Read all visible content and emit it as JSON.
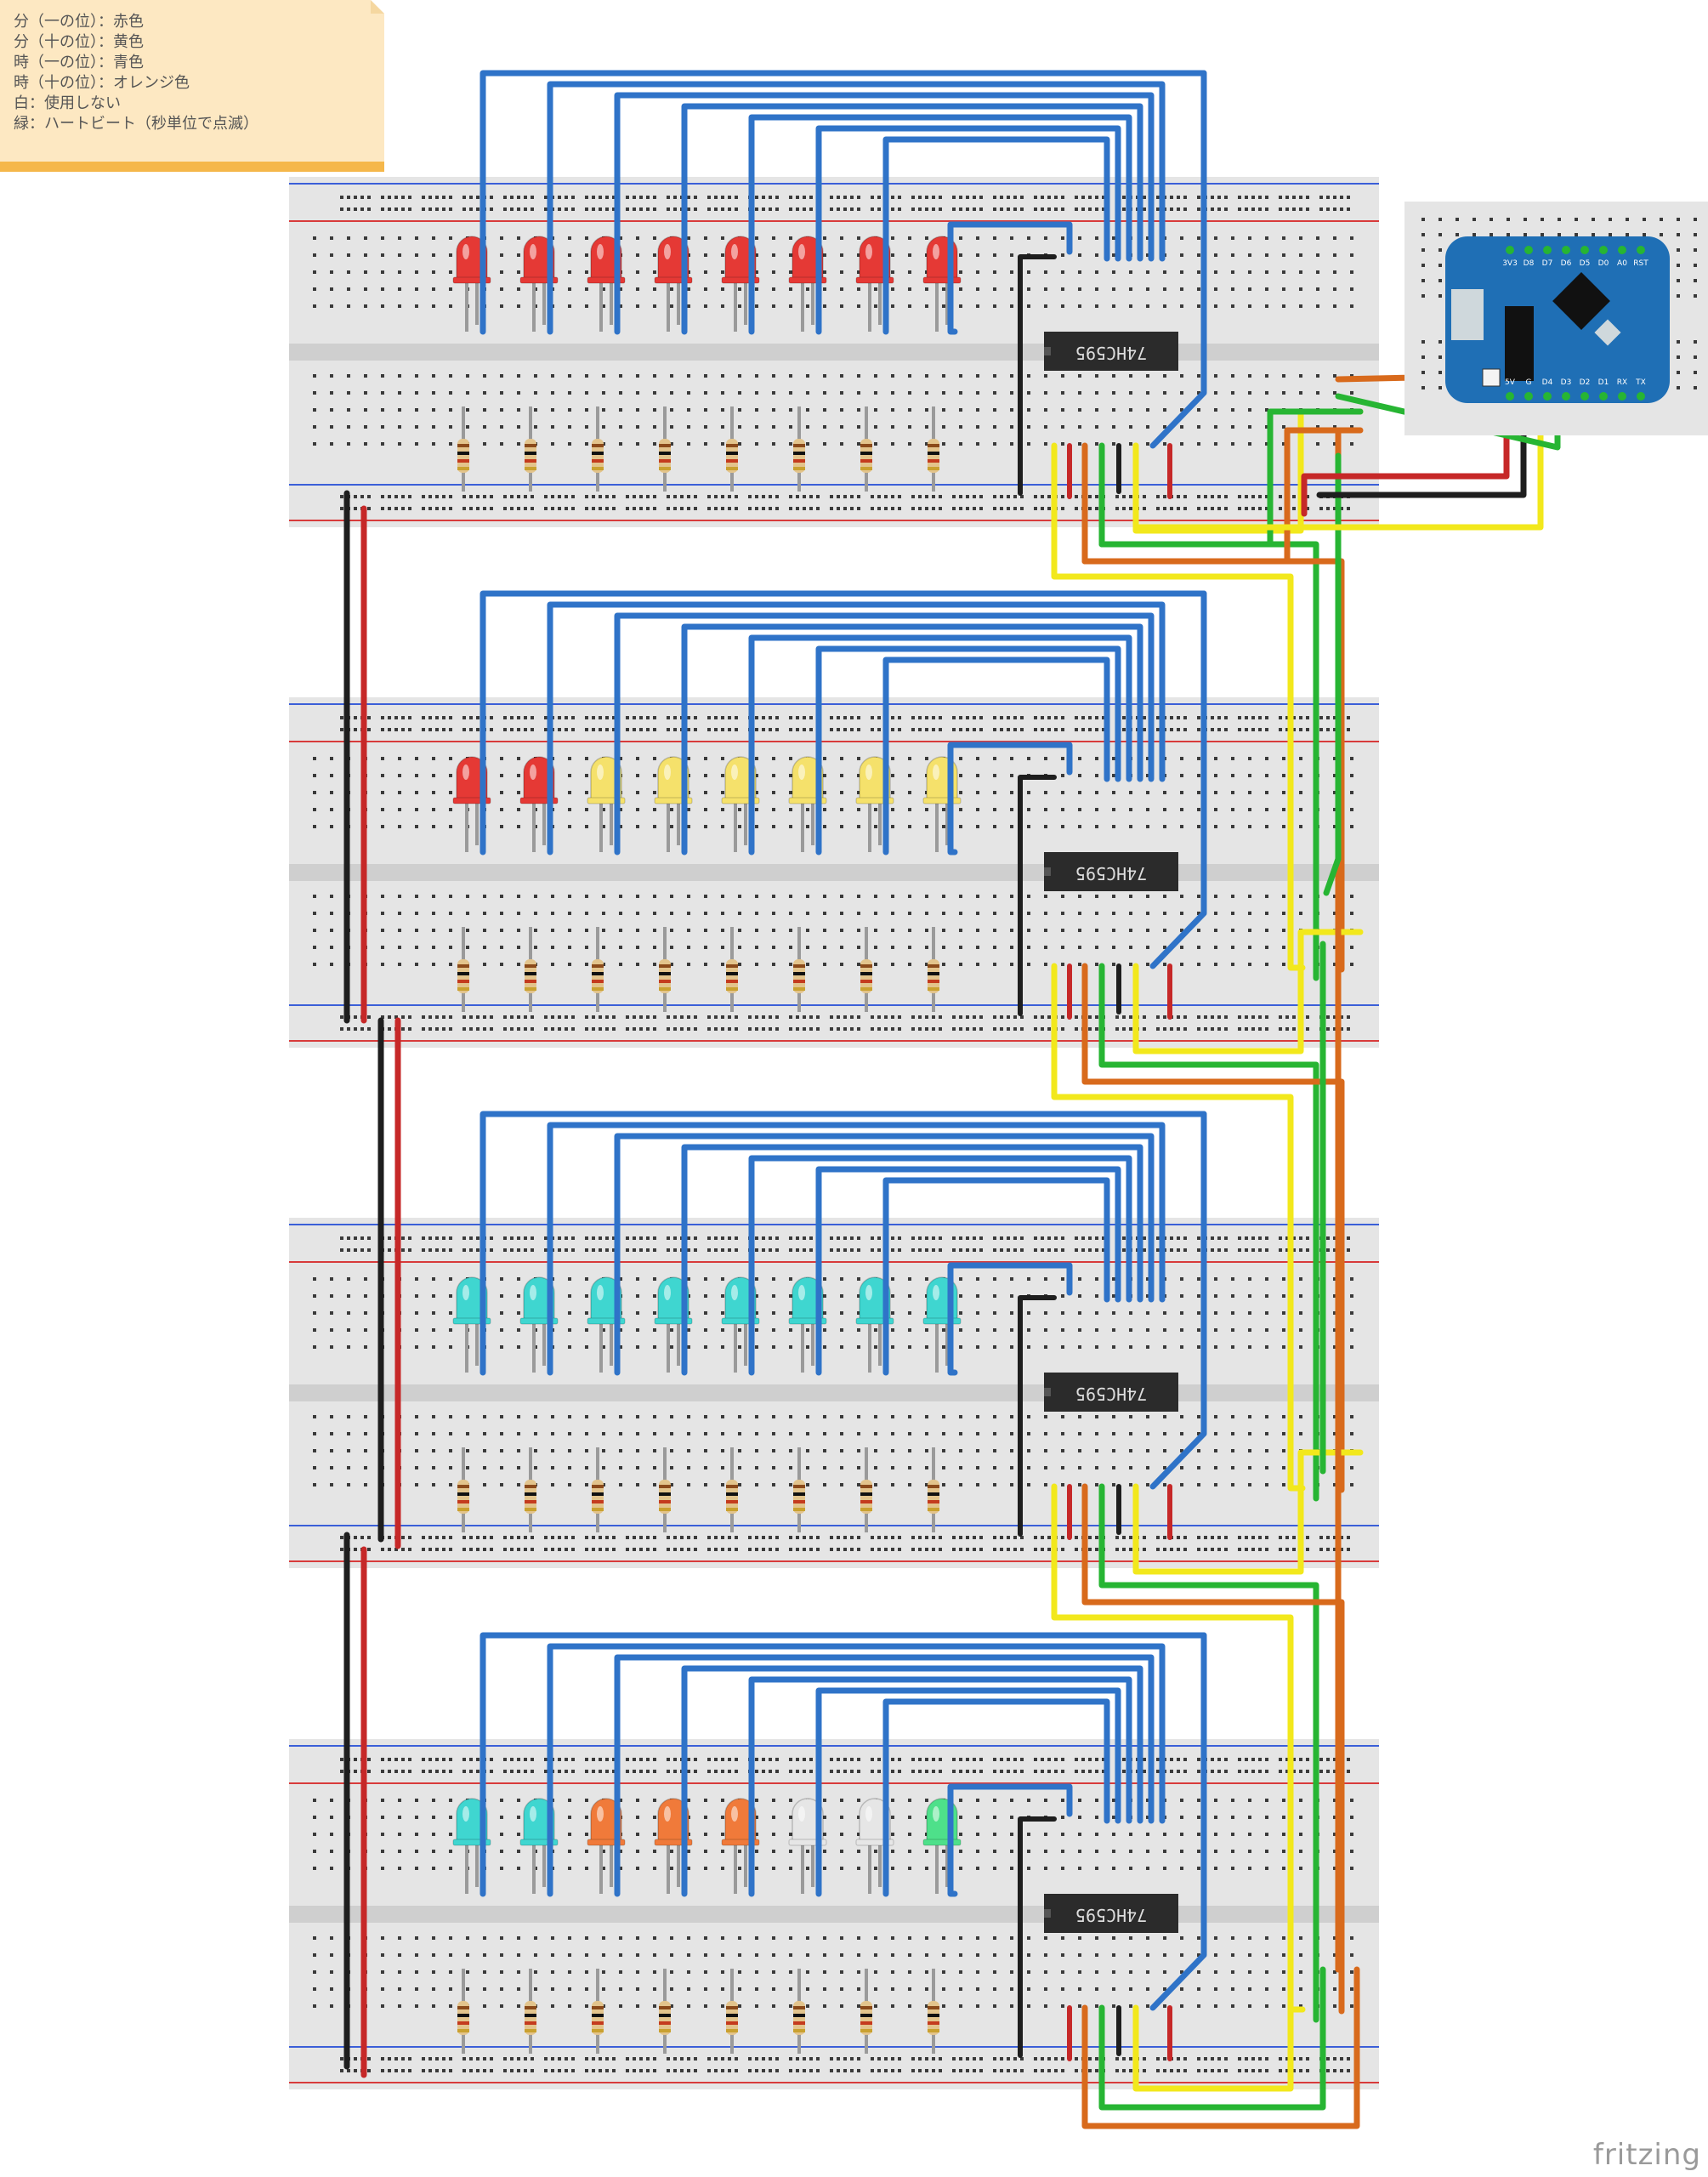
{
  "legend": {
    "lines": [
      "分（一の位）：赤色",
      "分（十の位）：黄色",
      "時（一の位）：青色",
      "時（十の位）：オレンジ色",
      "白：使用しない",
      "緑：ハートビート（秒単位で点滅）"
    ]
  },
  "chip_label": "74HC595",
  "brand": "fritzing",
  "board": {
    "pin_labels_top": [
      "3V3",
      "D8",
      "D7",
      "D6",
      "D5",
      "D0",
      "A0",
      "RST"
    ],
    "pin_labels_bottom": [
      "5V",
      "G",
      "D4",
      "D3",
      "D2",
      "D1",
      "RX",
      "TX"
    ]
  },
  "colors": {
    "blue_wire": "#2f73c8",
    "black_wire": "#1e1e1e",
    "red_wire": "#c62828",
    "yellow_wire": "#f2e81c",
    "green_wire": "#27b533",
    "orange_wire": "#d86a1c",
    "breadboard": "#e5e5e5",
    "board": "#1f6fb5"
  },
  "rows": [
    {
      "leds": [
        "red",
        "red",
        "red",
        "red",
        "red",
        "red",
        "red",
        "red"
      ]
    },
    {
      "leds": [
        "red",
        "red",
        "yellow",
        "yellow",
        "yellow",
        "yellow",
        "yellow",
        "yellow"
      ]
    },
    {
      "leds": [
        "cyan",
        "cyan",
        "cyan",
        "cyan",
        "cyan",
        "cyan",
        "cyan",
        "cyan"
      ]
    },
    {
      "leds": [
        "cyan",
        "cyan",
        "orange",
        "orange",
        "orange",
        "white",
        "white",
        "green"
      ]
    }
  ],
  "led_colors": {
    "red": "#e53935",
    "yellow": "#f5e16b",
    "cyan": "#3fd6d0",
    "orange": "#f07a3a",
    "white": "#e6e6e6",
    "green": "#4ee08a"
  }
}
